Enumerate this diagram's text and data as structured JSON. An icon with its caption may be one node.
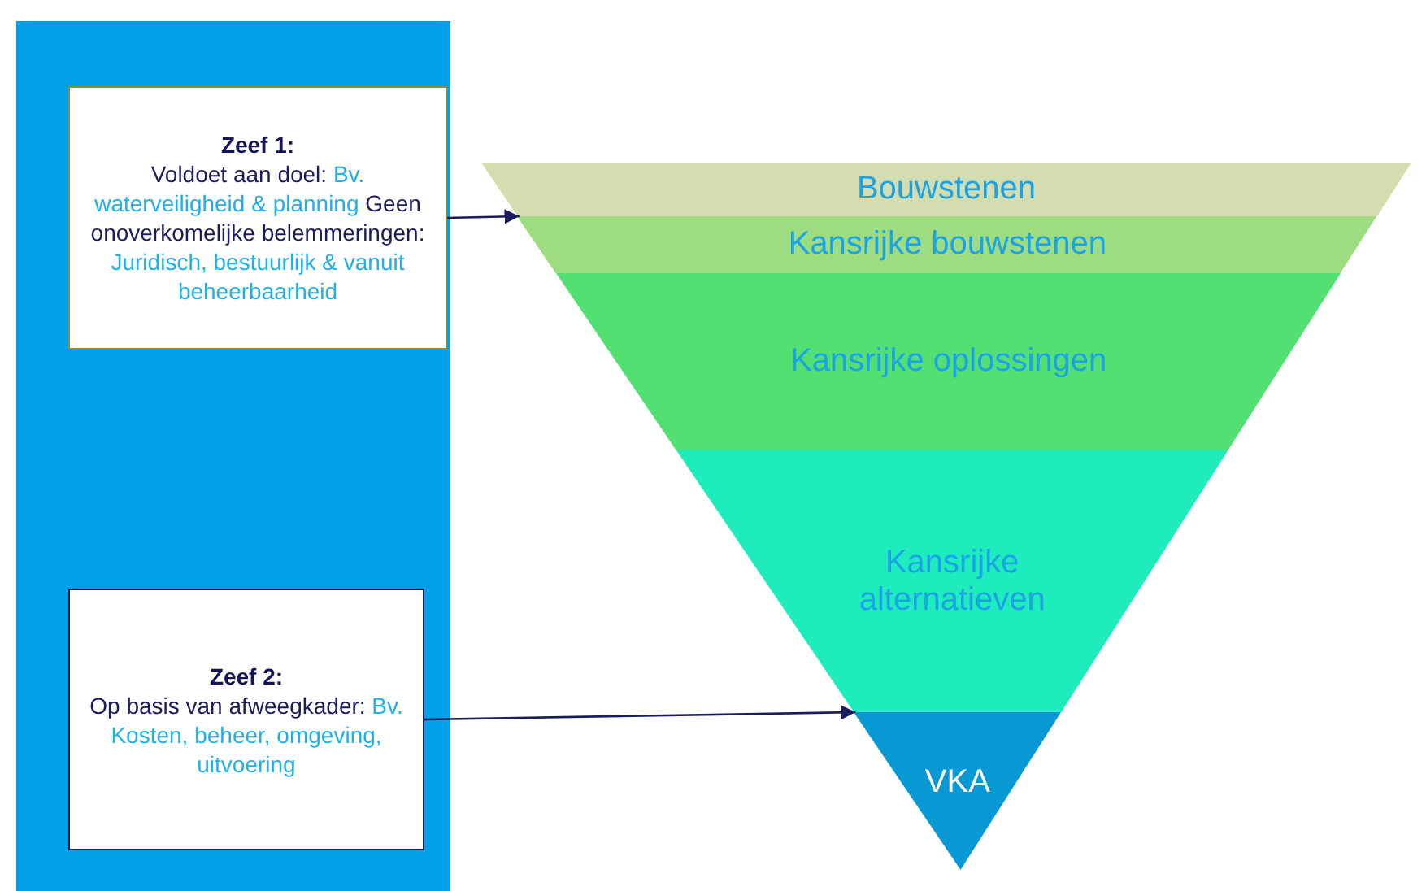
{
  "diagram": {
    "nodes": [
      {
        "text": [
          "Zeef 1:",
          "Voldoet aan doel:",
          "Bv. waterveiligheid & planning",
          "Geen onoverkomelijke belemmeringen:",
          "Juridisch, bestuurlijk & vanuit beheerbaarheid"
        ]
      },
      {
        "text": [
          "Zeef 2:",
          "Op basis van afweegkader:",
          "Bv. Kosten, beheer, omgeving, uitvoering"
        ]
      },
      {
        "text": [
          "Bouwstenen"
        ]
      },
      {
        "text": [
          "Kansrijke bouwstenen"
        ]
      },
      {
        "text": [
          "Kansrijke oplossingen"
        ]
      },
      {
        "text": [
          "Kansrijke alternatieven"
        ]
      },
      {
        "text": [
          "VKA"
        ]
      }
    ],
    "edges": [
      {
        "from": 0,
        "to": 3,
        "arrow": "to"
      },
      {
        "from": 1,
        "to": 6,
        "arrow": "to"
      }
    ]
  }
}
